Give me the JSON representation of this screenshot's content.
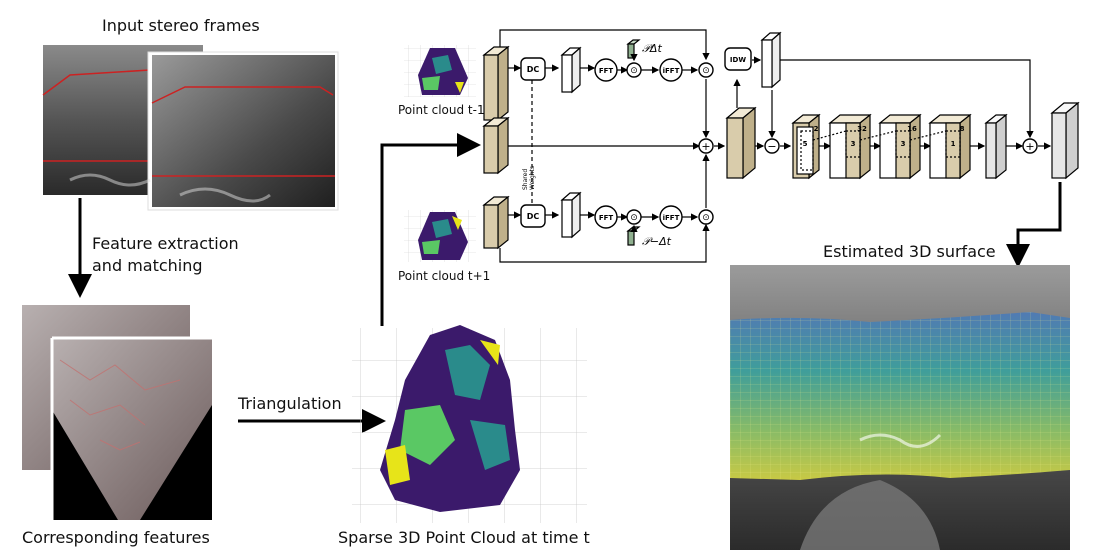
{
  "labels": {
    "input_frames": "Input stereo frames",
    "feature_extraction_line1": "Feature extraction",
    "feature_extraction_line2": "and matching",
    "corresponding_features": "Corresponding features",
    "triangulation": "Triangulation",
    "sparse_cloud": "Sparse 3D Point Cloud at time t",
    "point_cloud_prev": "Point cloud t-1",
    "point_cloud_next": "Point cloud t+1",
    "estimated_surface": "Estimated 3D surface"
  },
  "network": {
    "dc": "DC",
    "fft": "FFT",
    "ifft": "iFFT",
    "idw": "IDW",
    "shared_weights_line1": "Shared",
    "shared_weights_line2": "Weights",
    "phase_pos": "𝒫Δt",
    "phase_neg": "𝒫−Δt",
    "multiply_symbol": "⊙",
    "add_symbol": "+",
    "subtract_symbol": "−",
    "block_channels": [
      "2",
      "32",
      "16",
      "8"
    ],
    "kernel_sizes": [
      "5",
      "3",
      "3",
      "1"
    ]
  },
  "colors": {
    "feature_block": "#d9ccab",
    "plain_block": "#ffffff",
    "gray_block": "#dedede",
    "water_dark": "#2a2a2a",
    "water_light": "#9a9a9a",
    "point_purple": "#3b1a6b",
    "point_teal": "#2a8b8b",
    "point_green": "#5ac864",
    "point_yellow": "#e7e419",
    "match_line": "#c2706f",
    "frame_line": "#cc2222"
  }
}
